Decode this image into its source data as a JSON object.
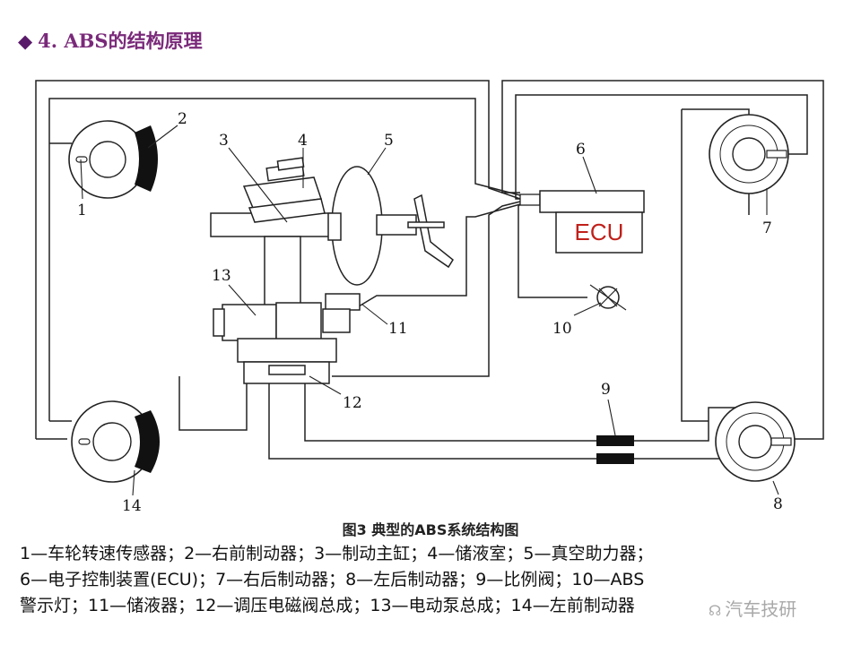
{
  "title": {
    "bullet": "◆",
    "text": "4. ABS的结构原理"
  },
  "diagram": {
    "labels": {
      "l1": "1",
      "l2": "2",
      "l3": "3",
      "l4": "4",
      "l5": "5",
      "l6": "6",
      "l7": "7",
      "l8": "8",
      "l9": "9",
      "l10": "10",
      "l11": "11",
      "l12": "12",
      "l13": "13",
      "l14": "14"
    },
    "ecu_text": "ECU"
  },
  "caption": "图3  典型的ABS系统结构图",
  "legend": {
    "line1": "1—车轮转速传感器；2—右前制动器；3—制动主缸；4—储液室；5—真空助力器；",
    "line2": "6—电子控制装置(ECU)；7—右后制动器；8—左后制动器；9—比例阀；10—ABS",
    "line3": "警示灯；11—储液器；12—调压电磁阀总成；13—电动泵总成；14—左前制动器"
  },
  "watermark": {
    "icon": "☊",
    "text": "汽车技研"
  },
  "colors": {
    "title": "#7a2a7a",
    "ecu_text": "#c0201a",
    "line": "#222222"
  }
}
